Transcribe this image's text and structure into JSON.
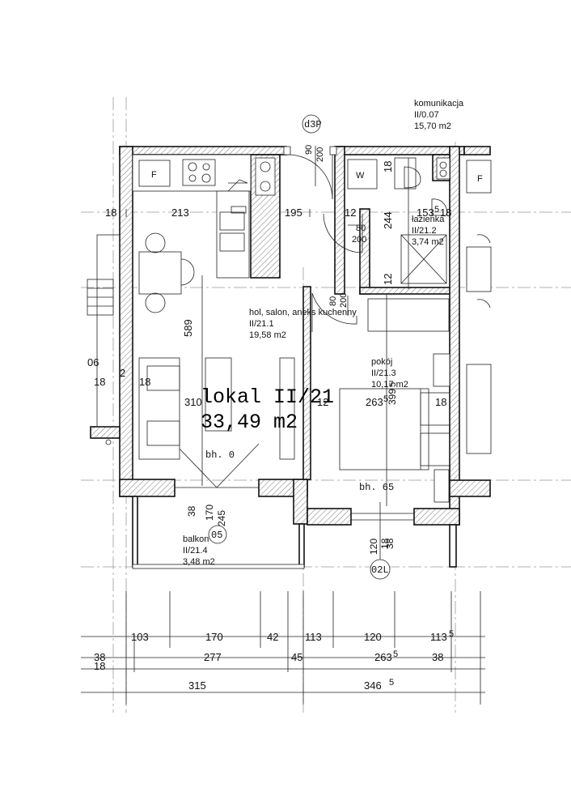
{
  "plan": {
    "title": "lokal II/21",
    "area": "33,49 m2",
    "rooms": {
      "communication": {
        "name": "komunikacja",
        "id": "II/0.07",
        "area": "15,70 m2"
      },
      "living": {
        "name": "hol, salon, aneks kuchenny",
        "id": "II/21.1",
        "area": "19,58 m2"
      },
      "bathroom": {
        "name": "łazienka",
        "id": "II/21.2",
        "area": "3,74 m2"
      },
      "bedroom": {
        "name": "pokój",
        "id": "II/21.3",
        "area": "10,17 m2"
      },
      "balcony": {
        "name": "balkon",
        "id": "II/21.4",
        "area": "3,48 m2"
      }
    },
    "tags": {
      "door_main": "d3P",
      "door_balcony": "05",
      "door_bedroom_window": "02L"
    },
    "levels": {
      "living": "bh. 0",
      "bedroom": "bh. 65"
    },
    "fixtures": {
      "fridge_left": "F",
      "fridge_right": "F",
      "washer": "W"
    },
    "dims": {
      "d18_left": "18",
      "d213": "213",
      "d195": "195",
      "d12a": "12",
      "d153": "153",
      "d153_sup": "5",
      "d18_right": "18",
      "d310": "310",
      "d2a": "2",
      "d18_mid": "18",
      "d06": "06",
      "d18_far": "18",
      "d12b": "12",
      "d263": "263",
      "d263_sup": "5",
      "d18_bed": "18",
      "d589": "589",
      "d399": "399",
      "d399_sup": "5",
      "d18_bath": "18",
      "d244": "244",
      "d12_bath": "12",
      "d90": "90",
      "d200a": "200",
      "d80a": "80",
      "d200b": "200",
      "d80b": "80",
      "d200c": "200",
      "d38_bal": "38",
      "d170_bal": "170",
      "d245_bal": "245",
      "d120_win": "120",
      "d18_win": "18",
      "d38_win": "38",
      "b103": "103",
      "b170": "170",
      "b42": "42",
      "b113": "113",
      "b120": "120",
      "b113r": "113",
      "b113r_sup": "5",
      "b38": "38",
      "b18": "18",
      "b277": "277",
      "b45": "45",
      "b263": "263",
      "b263_sup": "5",
      "b38r": "38",
      "b315": "315",
      "b346": "346",
      "b346_sup": "5"
    }
  }
}
